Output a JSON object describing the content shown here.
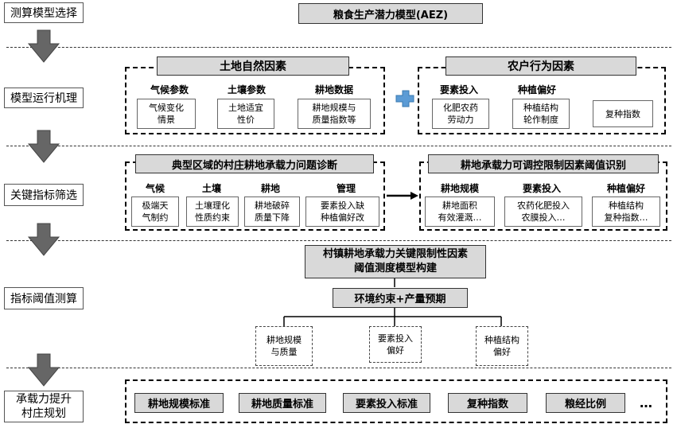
{
  "left_labels": [
    "测算模型选择",
    "模型运行机理",
    "关键指标筛选",
    "指标阈值测算",
    "承载力提升\n村庄规划"
  ],
  "aez_title": "粮食生产潜力模型(AEZ)",
  "land": {
    "title": "土地自然因素",
    "groups": [
      {
        "label": "气候参数",
        "box": "气候变化\n情景"
      },
      {
        "label": "土壤参数",
        "box": "土地适宜\n性价"
      },
      {
        "label": "耕地数据",
        "box": "耕地规模与\n质量指数等"
      }
    ]
  },
  "farmer": {
    "title": "农户行为因素",
    "groups": [
      {
        "label": "要素投入",
        "box": "化肥农药\n劳动力"
      },
      {
        "label": "种植偏好",
        "box": "种植结构\n轮作制度"
      },
      {
        "label": "",
        "box": "复种指数"
      }
    ]
  },
  "diagnosis": {
    "title": "典型区域的村庄耕地承载力问题诊断",
    "groups": [
      {
        "label": "气候",
        "box": "极端天\n气制约"
      },
      {
        "label": "土壤",
        "box": "土壤理化\n性质约束"
      },
      {
        "label": "耕地",
        "box": "耕地破碎\n质量下降"
      },
      {
        "label": "管理",
        "box": "要素投入缺\n种植偏好改"
      }
    ]
  },
  "threshold_id": {
    "title": "耕地承载力可调控限制因素阈值识别",
    "groups": [
      {
        "label": "耕地规模",
        "box": "耕地面积\n有效灌溉…"
      },
      {
        "label": "要素投入",
        "box": "农药化肥投入\n农膜投入…"
      },
      {
        "label": "种植偏好",
        "box": "种植结构\n复种指数…"
      }
    ]
  },
  "model_build": "村镇耕地承载力关键限制性因素\n阈值测度模型构建",
  "env_box": "环境约束+产量预期",
  "outputs": [
    "耕地规模\n与质量",
    "要素投入\n偏好",
    "种植结构\n偏好"
  ],
  "standards": [
    "耕地规模标准",
    "耕地质量标准",
    "要素投入标准",
    "复种指数",
    "粮经比例",
    "…"
  ],
  "colors": {
    "gray_fill": "#d9d9d9",
    "arrow": "#666666",
    "plus": "#5b9bd5"
  }
}
